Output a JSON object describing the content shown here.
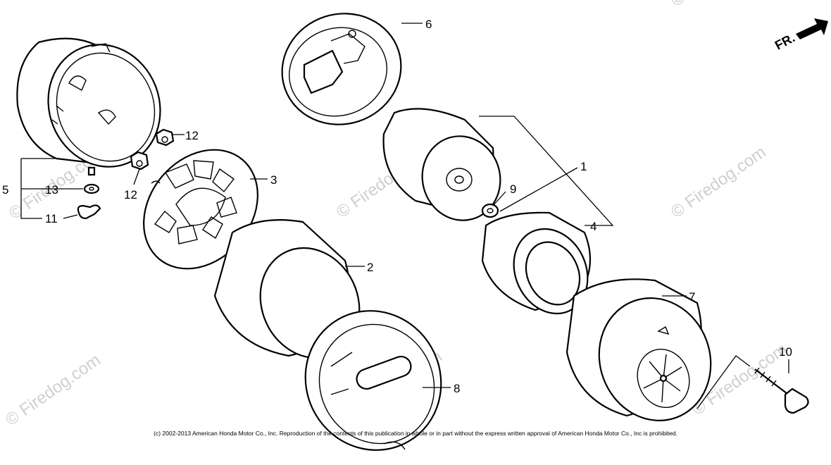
{
  "diagram": {
    "direction_label": "FR.",
    "watermark": "© Firedog.com",
    "copyright": "(c) 2002-2013 American Honda Motor Co., Inc. Reproduction of the contents of this publication in whole or in part without the express written approval of American Honda Motor Co., Inc is prohibited.",
    "callouts": {
      "c1": "1",
      "c2": "2",
      "c3": "3",
      "c4": "4",
      "c5": "5",
      "c6": "6",
      "c7": "7",
      "c8": "8",
      "c9": "9",
      "c10": "10",
      "c11": "11",
      "c12a": "12",
      "c12b": "12",
      "c13": "13"
    }
  }
}
